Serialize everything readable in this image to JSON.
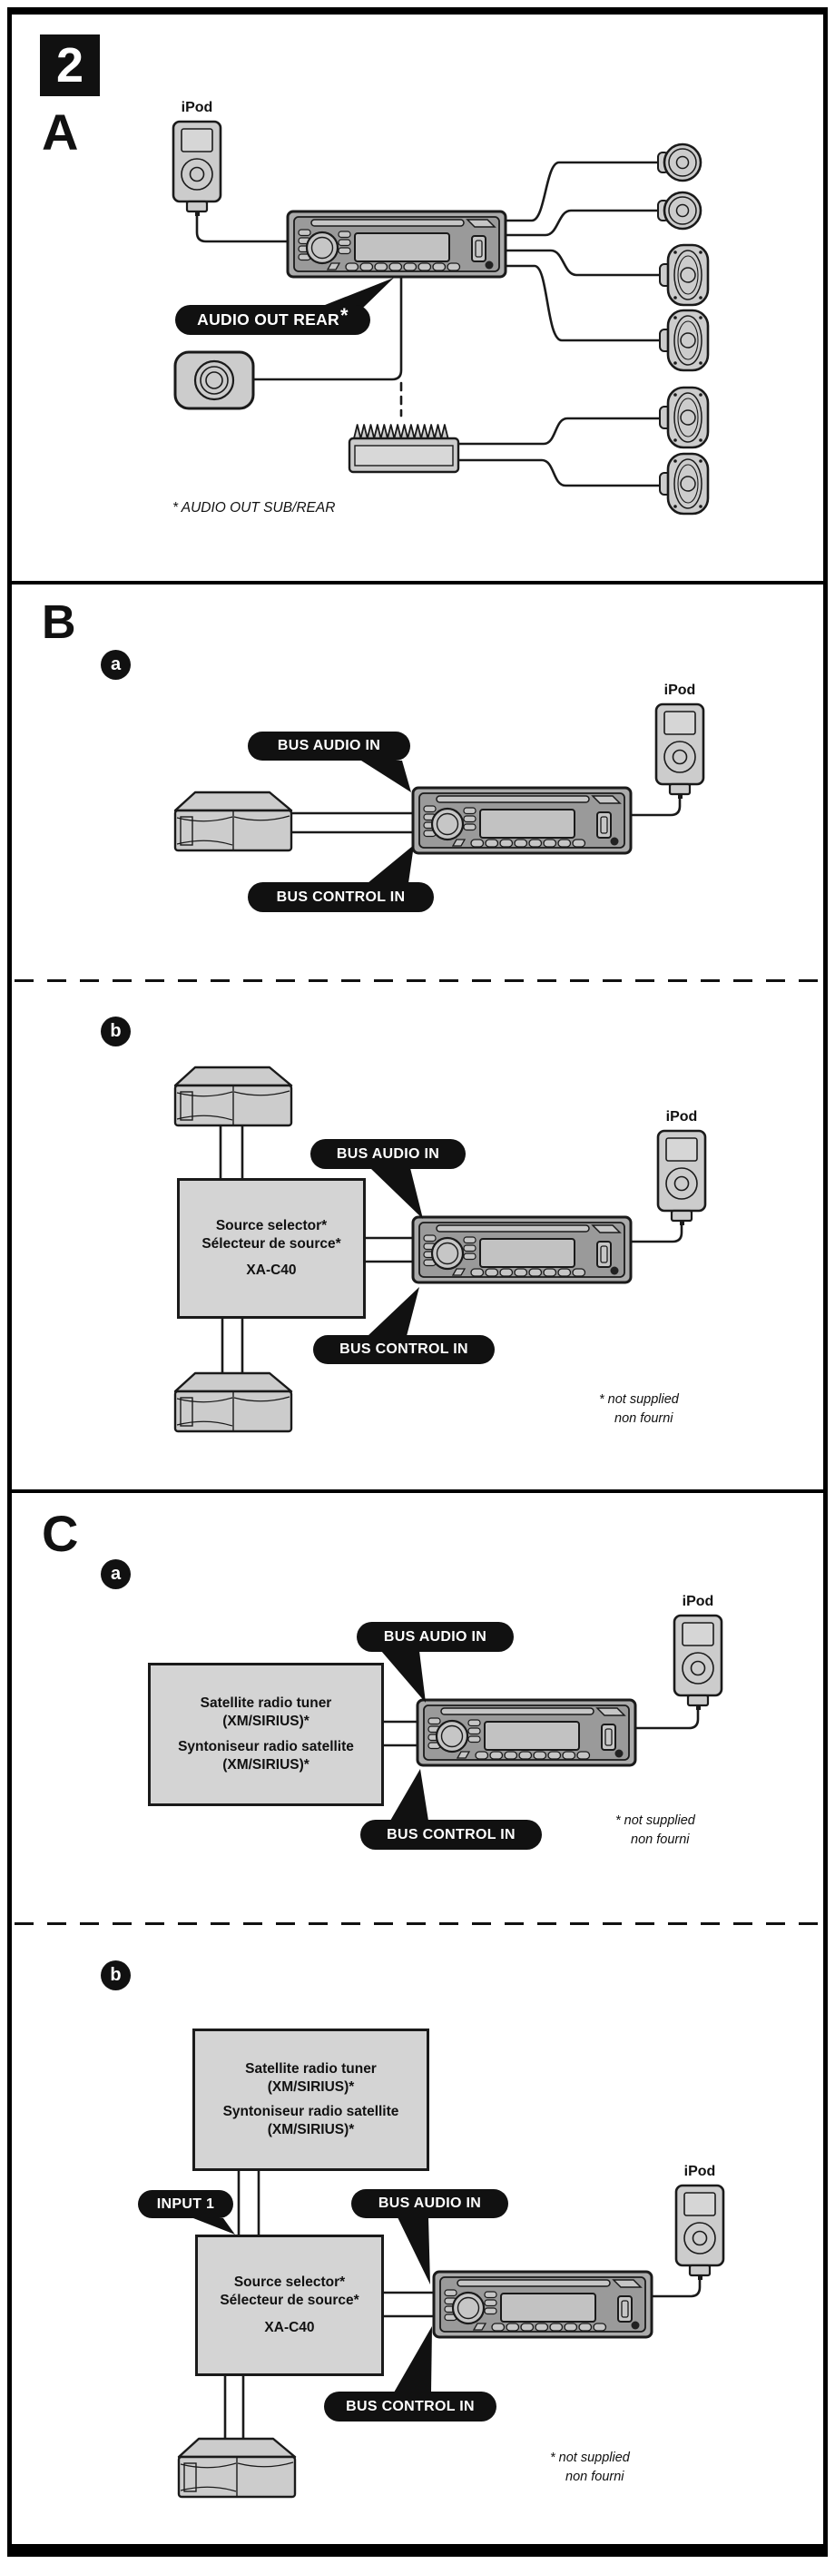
{
  "page": {
    "step_badge": "2"
  },
  "labels": {
    "ipod": "iPod",
    "bus_audio_in": "BUS AUDIO IN",
    "bus_control_in": "BUS CONTROL IN",
    "audio_out_rear": "AUDIO OUT REAR",
    "audio_out_rear_asterisk": "*",
    "input_1": "INPUT 1"
  },
  "section_a": {
    "heading": "A",
    "footnote": "* AUDIO OUT SUB/REAR"
  },
  "section_b": {
    "heading": "B",
    "badge_a": "a",
    "badge_b": "b",
    "selector_line1": "Source selector*",
    "selector_line2": "Sélecteur de source*",
    "selector_model": "XA-C40",
    "note_line1": "* not supplied",
    "note_line2": "non fourni"
  },
  "section_c": {
    "heading": "C",
    "badge_a": "a",
    "badge_b": "b",
    "satellite_line1": "Satellite radio tuner",
    "satellite_line2": "(XM/SIRIUS)*",
    "satellite_line3": "Syntoniseur radio satellite",
    "satellite_line4": "(XM/SIRIUS)*",
    "selector_line1": "Source selector*",
    "selector_line2": "Sélecteur de source*",
    "selector_model": "XA-C40",
    "note_line1": "* not supplied",
    "note_line2": "non fourni"
  },
  "colors": {
    "line": "#1a1a1a",
    "device_fill": "#cccccc",
    "box_fill": "#d4d4d4",
    "label_bg": "#111111",
    "label_text": "#ffffff",
    "page_bg": "#ffffff"
  }
}
